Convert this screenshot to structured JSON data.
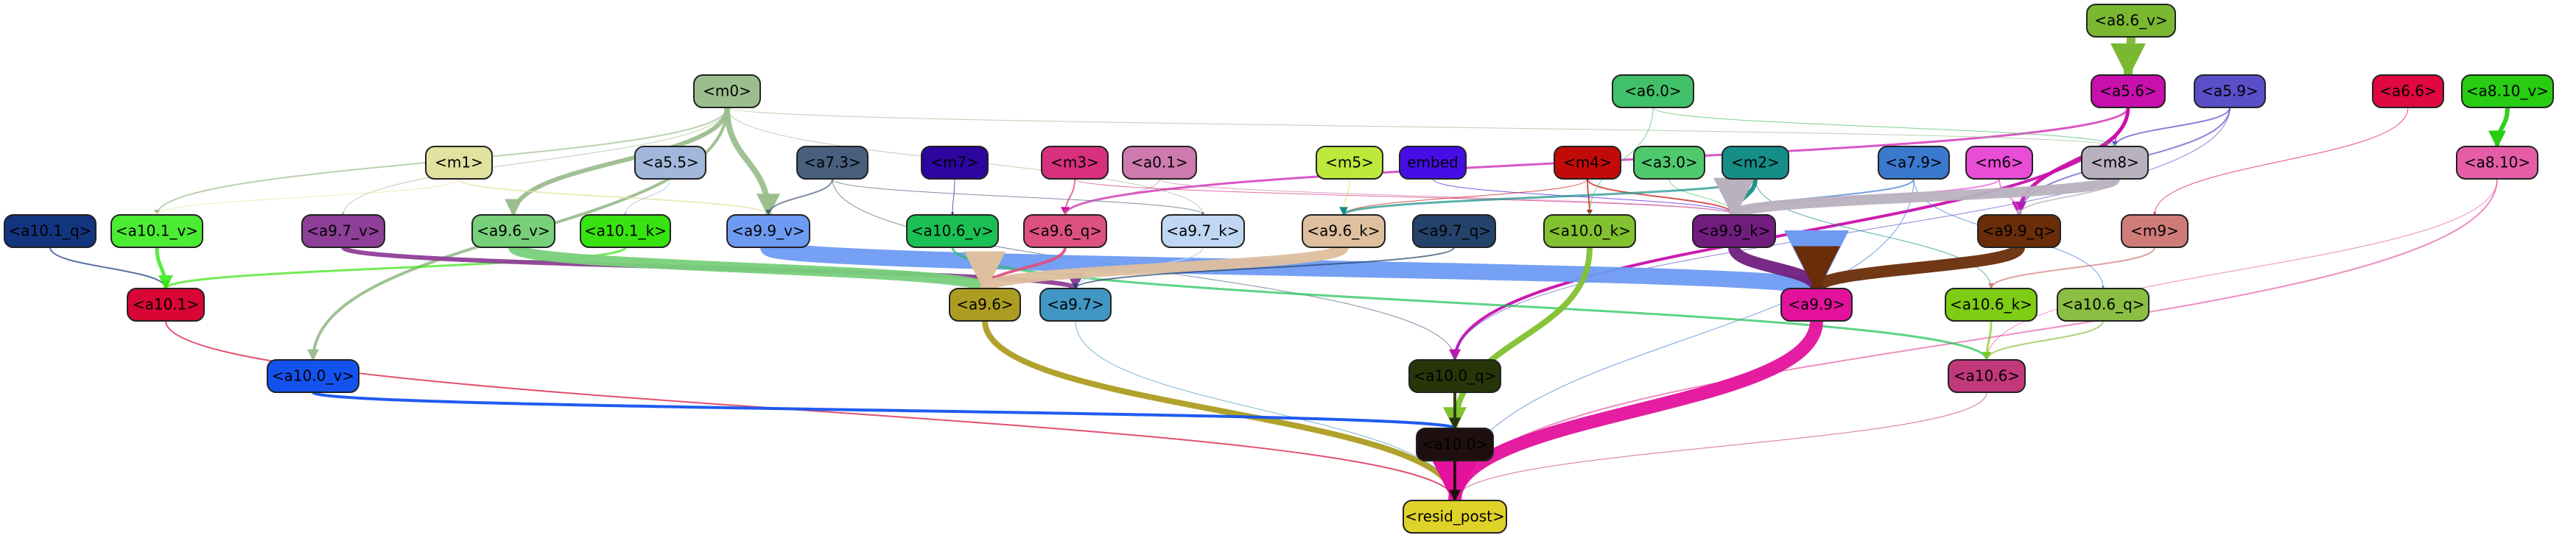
{
  "nodes": {
    "a8_6_v": {
      "label": "<a8.6_v>",
      "fill": "#7ab832",
      "text": "#000000"
    },
    "a6_0": {
      "label": "<a6.0>",
      "fill": "#41c06a",
      "text": "#000000"
    },
    "m0": {
      "label": "<m0>",
      "fill": "#9cbe8f",
      "text": "#000000"
    },
    "a5_6": {
      "label": "<a5.6>",
      "fill": "#c910ac",
      "text": "#000000"
    },
    "a5_9": {
      "label": "<a5.9>",
      "fill": "#5a4fc9",
      "text": "#000000"
    },
    "a6_6": {
      "label": "<a6.6>",
      "fill": "#e0083e",
      "text": "#000000"
    },
    "a8_10_v": {
      "label": "<a8.10_v>",
      "fill": "#27cc13",
      "text": "#000000"
    },
    "m1": {
      "label": "<m1>",
      "fill": "#e1e29f",
      "text": "#000000"
    },
    "a5_5": {
      "label": "<a5.5>",
      "fill": "#a1b8dc",
      "text": "#000000"
    },
    "a7_3": {
      "label": "<a7.3>",
      "fill": "#485f7e",
      "text": "#000000"
    },
    "m7": {
      "label": "<m7>",
      "fill": "#2d059f",
      "text": "#000000"
    },
    "m3": {
      "label": "<m3>",
      "fill": "#d8307c",
      "text": "#000000"
    },
    "a0_1": {
      "label": "<a0.1>",
      "fill": "#cd7aae",
      "text": "#000000"
    },
    "m5": {
      "label": "<m5>",
      "fill": "#bde93c",
      "text": "#000000"
    },
    "embed": {
      "label": "embed",
      "fill": "#460ee7",
      "text": "#000000"
    },
    "m4": {
      "label": "<m4>",
      "fill": "#c20b09",
      "text": "#000000"
    },
    "a3_0": {
      "label": "<a3.0>",
      "fill": "#4ec96c",
      "text": "#000000"
    },
    "m2": {
      "label": "<m2>",
      "fill": "#148e87",
      "text": "#000000"
    },
    "a7_9": {
      "label": "<a7.9>",
      "fill": "#3a79ce",
      "text": "#000000"
    },
    "m6": {
      "label": "<m6>",
      "fill": "#e94cd5",
      "text": "#000000"
    },
    "m8": {
      "label": "<m8>",
      "fill": "#b8b1bf",
      "text": "#000000"
    },
    "a8_10": {
      "label": "<a8.10>",
      "fill": "#e55da7",
      "text": "#000000"
    },
    "a10_1_q": {
      "label": "<a10.1_q>",
      "fill": "#13347f",
      "text": "#000000"
    },
    "a10_1_v": {
      "label": "<a10.1_v>",
      "fill": "#4bec33",
      "text": "#000000"
    },
    "a9_7_v": {
      "label": "<a9.7_v>",
      "fill": "#8e3f97",
      "text": "#000000"
    },
    "a9_6_v": {
      "label": "<a9.6_v>",
      "fill": "#78d07b",
      "text": "#000000"
    },
    "a10_1_k": {
      "label": "<a10.1_k>",
      "fill": "#37e310",
      "text": "#000000"
    },
    "a9_9_v": {
      "label": "<a9.9_v>",
      "fill": "#6e9bf2",
      "text": "#000000"
    },
    "a10_6_v": {
      "label": "<a10.6_v>",
      "fill": "#1bc054",
      "text": "#000000"
    },
    "a9_6_q": {
      "label": "<a9.6_q>",
      "fill": "#dd5181",
      "text": "#000000"
    },
    "a9_7_k": {
      "label": "<a9.7_k>",
      "fill": "#bfd7f3",
      "text": "#000000"
    },
    "a9_6_k": {
      "label": "<a9.6_k>",
      "fill": "#debf9e",
      "text": "#000000"
    },
    "a9_7_q": {
      "label": "<a9.7_q>",
      "fill": "#25426b",
      "text": "#000000"
    },
    "a10_0_k": {
      "label": "<a10.0_k>",
      "fill": "#82c12f",
      "text": "#000000"
    },
    "a9_9_k": {
      "label": "<a9.9_k>",
      "fill": "#711d7e",
      "text": "#000000"
    },
    "a9_9_q": {
      "label": "<a9.9_q>",
      "fill": "#692d0a",
      "text": "#000000"
    },
    "m9": {
      "label": "<m9>",
      "fill": "#cf7c79",
      "text": "#000000"
    },
    "a10_1": {
      "label": "<a10.1>",
      "fill": "#d70634",
      "text": "#000000"
    },
    "a9_6": {
      "label": "<a9.6>",
      "fill": "#ac9d22",
      "text": "#000000"
    },
    "a9_7": {
      "label": "<a9.7>",
      "fill": "#4196c3",
      "text": "#000000"
    },
    "a9_9": {
      "label": "<a9.9>",
      "fill": "#e3119c",
      "text": "#000000"
    },
    "a10_6_k": {
      "label": "<a10.6_k>",
      "fill": "#7fcc15",
      "text": "#000000"
    },
    "a10_6_q": {
      "label": "<a10.6_q>",
      "fill": "#8abf43",
      "text": "#000000"
    },
    "a10_0_v": {
      "label": "<a10.0_v>",
      "fill": "#1452ef",
      "text": "#000000"
    },
    "a10_0_q": {
      "label": "<a10.0_q>",
      "fill": "#273608",
      "text": "#000000"
    },
    "a10_6": {
      "label": "<a10.6>",
      "fill": "#c1387b",
      "text": "#000000"
    },
    "a10_0": {
      "label": "<a10.0>",
      "fill": "#200f0f",
      "text": "#000000"
    },
    "resid_post": {
      "label": "<resid_post>",
      "fill": "#dfd228",
      "text": "#000000"
    }
  },
  "edges": [
    {
      "from": "a8_6_v",
      "to": "a5_6",
      "color": "#7ab832",
      "weight": 12
    },
    {
      "from": "a5_6",
      "to": "a9_9_q",
      "color": "#c910ac",
      "weight": 5
    },
    {
      "from": "a5_6",
      "to": "a10_0_q",
      "color": "#c910ac",
      "weight": 4
    },
    {
      "from": "a5_6",
      "to": "a9_6_q",
      "color": "#c910ac",
      "weight": 3
    },
    {
      "from": "a5_6",
      "to": "m8",
      "color": "#c910ac",
      "weight": 2
    },
    {
      "from": "a5_9",
      "to": "m8",
      "color": "#5a4fc9",
      "weight": 2
    },
    {
      "from": "a5_9",
      "to": "a9_9_q",
      "color": "#5a4fc9",
      "weight": 2
    },
    {
      "from": "a5_9",
      "to": "a10_0_q",
      "color": "#5a4fc9",
      "weight": 1
    },
    {
      "from": "a6_6",
      "to": "m9",
      "color": "#e0083e",
      "weight": 1
    },
    {
      "from": "a8_10_v",
      "to": "a8_10",
      "color": "#27cc13",
      "weight": 6
    },
    {
      "from": "a8_10",
      "to": "resid_post",
      "color": "#e55da7",
      "weight": 2
    },
    {
      "from": "a8_10",
      "to": "a10_6",
      "color": "#e55da7",
      "weight": 1
    },
    {
      "from": "m0",
      "to": "a9_9_v",
      "color": "#9cbe8f",
      "weight": 8
    },
    {
      "from": "m0",
      "to": "a9_6_v",
      "color": "#9cbe8f",
      "weight": 6
    },
    {
      "from": "m0",
      "to": "a10_0_v",
      "color": "#9cbe8f",
      "weight": 4
    },
    {
      "from": "m0",
      "to": "a10_1_v",
      "color": "#9cbe8f",
      "weight": 2
    },
    {
      "from": "m0",
      "to": "a9_7_v",
      "color": "#9cbe8f",
      "weight": 1
    },
    {
      "from": "m0",
      "to": "m8",
      "color": "#9cbe8f",
      "weight": 1
    },
    {
      "from": "m0",
      "to": "a9_7_k",
      "color": "#9cbe8f",
      "weight": 1
    },
    {
      "from": "m1",
      "to": "a9_9_v",
      "color": "#e1e29f",
      "weight": 2
    },
    {
      "from": "m1",
      "to": "a10_1_v",
      "color": "#e1e29f",
      "weight": 1
    },
    {
      "from": "a5_5",
      "to": "a10_1_k",
      "color": "#a1b8dc",
      "weight": 1
    },
    {
      "from": "a7_3",
      "to": "a9_9_v",
      "color": "#485f7e",
      "weight": 2
    },
    {
      "from": "a7_3",
      "to": "a9_7_k",
      "color": "#485f7e",
      "weight": 1
    },
    {
      "from": "a7_3",
      "to": "a10_0_q",
      "color": "#485f7e",
      "weight": 1
    },
    {
      "from": "m7",
      "to": "a10_6_v",
      "color": "#2d059f",
      "weight": 1
    },
    {
      "from": "m3",
      "to": "a9_6_q",
      "color": "#d8307c",
      "weight": 2
    },
    {
      "from": "m3",
      "to": "a9_9_k",
      "color": "#d8307c",
      "weight": 1
    },
    {
      "from": "a0_1",
      "to": "a9_6_q",
      "color": "#cd7aae",
      "weight": 1
    },
    {
      "from": "a0_1",
      "to": "a9_9_k",
      "color": "#cd7aae",
      "weight": 1
    },
    {
      "from": "m5",
      "to": "a9_6_k",
      "color": "#bde93c",
      "weight": 1
    },
    {
      "from": "embed",
      "to": "a9_9_k",
      "color": "#460ee7",
      "weight": 1
    },
    {
      "from": "m4",
      "to": "a10_0_k",
      "color": "#c20b09",
      "weight": 2
    },
    {
      "from": "m4",
      "to": "a9_9_k",
      "color": "#c20b09",
      "weight": 2
    },
    {
      "from": "m4",
      "to": "a9_6_k",
      "color": "#c20b09",
      "weight": 1
    },
    {
      "from": "a3_0",
      "to": "a9_9_k",
      "color": "#4ec96c",
      "weight": 1
    },
    {
      "from": "m2",
      "to": "a9_9_k",
      "color": "#148e87",
      "weight": 6
    },
    {
      "from": "m2",
      "to": "a9_6_k",
      "color": "#148e87",
      "weight": 3
    },
    {
      "from": "m2",
      "to": "a10_6_k",
      "color": "#148e87",
      "weight": 1
    },
    {
      "from": "a7_9",
      "to": "a9_9_k",
      "color": "#3a79ce",
      "weight": 2
    },
    {
      "from": "a7_9",
      "to": "a10_6_q",
      "color": "#3a79ce",
      "weight": 1
    },
    {
      "from": "a7_9",
      "to": "resid_post",
      "color": "#3a79ce",
      "weight": 1
    },
    {
      "from": "m6",
      "to": "a9_9_q",
      "color": "#e94cd5",
      "weight": 2
    },
    {
      "from": "m6",
      "to": "a9_9_k",
      "color": "#e94cd5",
      "weight": 2
    },
    {
      "from": "m8",
      "to": "a9_9_k",
      "color": "#b8b1bf",
      "weight": 14
    },
    {
      "from": "m8",
      "to": "a9_9_q",
      "color": "#b8b1bf",
      "weight": 2
    },
    {
      "from": "a10_1_q",
      "to": "a10_1",
      "color": "#13347f",
      "weight": 2
    },
    {
      "from": "a10_1_v",
      "to": "a10_1",
      "color": "#4bec33",
      "weight": 5
    },
    {
      "from": "a10_1_k",
      "to": "a10_1",
      "color": "#37e310",
      "weight": 3
    },
    {
      "from": "a9_7_v",
      "to": "a9_7",
      "color": "#8e3f97",
      "weight": 6
    },
    {
      "from": "a9_6_v",
      "to": "a9_6",
      "color": "#78d07b",
      "weight": 14
    },
    {
      "from": "a9_9_v",
      "to": "a9_9",
      "color": "#6e9bf2",
      "weight": 22
    },
    {
      "from": "a10_6_v",
      "to": "a10_6",
      "color": "#1bc054",
      "weight": 3
    },
    {
      "from": "a9_6_q",
      "to": "a9_6",
      "color": "#dd5181",
      "weight": 4
    },
    {
      "from": "a9_7_k",
      "to": "a9_7",
      "color": "#bfd7f3",
      "weight": 2
    },
    {
      "from": "a9_6_k",
      "to": "a9_6",
      "color": "#debf9e",
      "weight": 14
    },
    {
      "from": "a9_7_q",
      "to": "a9_7",
      "color": "#25426b",
      "weight": 2
    },
    {
      "from": "a10_0_k",
      "to": "a10_0",
      "color": "#82c12f",
      "weight": 8
    },
    {
      "from": "a9_9_k",
      "to": "a9_9",
      "color": "#711d7e",
      "weight": 16
    },
    {
      "from": "a9_9_q",
      "to": "a9_9",
      "color": "#692d0a",
      "weight": 16
    },
    {
      "from": "m9",
      "to": "a10_6_k",
      "color": "#cf7c79",
      "weight": 2
    },
    {
      "from": "a10_6_k",
      "to": "a10_6",
      "color": "#7fcc15",
      "weight": 3
    },
    {
      "from": "a10_6_q",
      "to": "a10_6",
      "color": "#8abf43",
      "weight": 2
    },
    {
      "from": "a10_1",
      "to": "resid_post",
      "color": "#d70634",
      "weight": 2
    },
    {
      "from": "a9_6",
      "to": "resid_post",
      "color": "#ac9d22",
      "weight": 8
    },
    {
      "from": "a9_7",
      "to": "resid_post",
      "color": "#4196c3",
      "weight": 1
    },
    {
      "from": "a9_9",
      "to": "resid_post",
      "color": "#e3119c",
      "weight": 18
    },
    {
      "from": "a10_0_v",
      "to": "a10_0",
      "color": "#1452ef",
      "weight": 4
    },
    {
      "from": "a10_0_q",
      "to": "a10_0",
      "color": "#273608",
      "weight": 4
    },
    {
      "from": "a10_6",
      "to": "resid_post",
      "color": "#c1387b",
      "weight": 1
    },
    {
      "from": "a10_0",
      "to": "resid_post",
      "color": "#200f0f",
      "weight": 4
    },
    {
      "from": "a6_0",
      "to": "a10_0_k",
      "color": "#41c06a",
      "weight": 1
    },
    {
      "from": "a6_0",
      "to": "m8",
      "color": "#41c06a",
      "weight": 1
    }
  ]
}
